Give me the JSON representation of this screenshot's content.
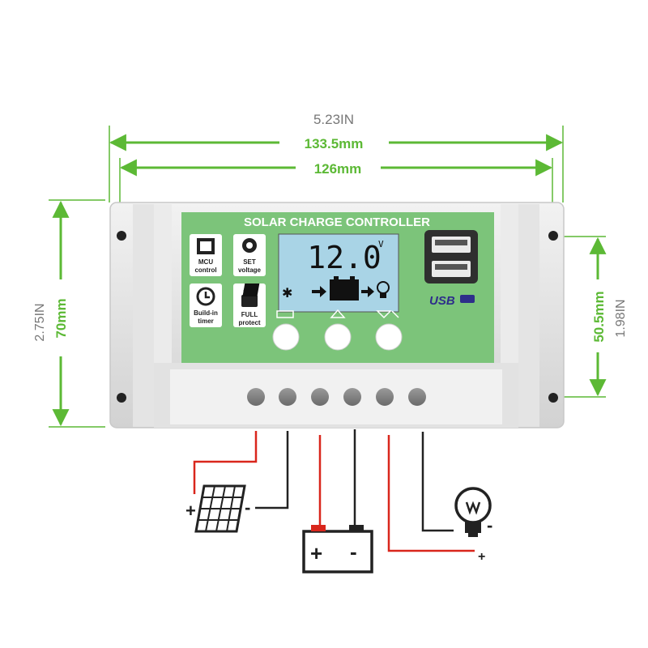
{
  "dimensions": {
    "overall_width_in": "5.23IN",
    "overall_width_mm": "133.5mm",
    "hole_spacing_mm": "126mm",
    "overall_height_in": "2.75IN",
    "overall_height_mm": "70mm",
    "hole_height_mm": "50.5mm",
    "hole_height_in": "1.98IN"
  },
  "controller": {
    "title": "SOLAR CHARGE CONTROLLER",
    "display_value": "12.0",
    "display_unit": "V",
    "usb_label": "USB"
  },
  "features": [
    {
      "icon": "chip-icon",
      "line1": "MCU",
      "line2": "control"
    },
    {
      "icon": "gear-icon",
      "line1": "SET",
      "line2": "voltage"
    },
    {
      "icon": "clock-icon",
      "line1": "Build-in",
      "line2": "timer"
    },
    {
      "icon": "lock-icon",
      "line1": "FULL",
      "line2": "protect"
    }
  ],
  "wiring": {
    "solar_plus": "+",
    "solar_minus": "-",
    "battery_plus": "+",
    "battery_minus": "-",
    "load_minus": "-",
    "load_plus": "+"
  },
  "colors": {
    "dimension_green": "#5cb935",
    "panel_green": "#7cc47a",
    "lcd_blue": "#a9d4e6",
    "wire_red": "#d9261c",
    "wire_black": "#222222",
    "casing_gray": "#dcdcdc"
  }
}
